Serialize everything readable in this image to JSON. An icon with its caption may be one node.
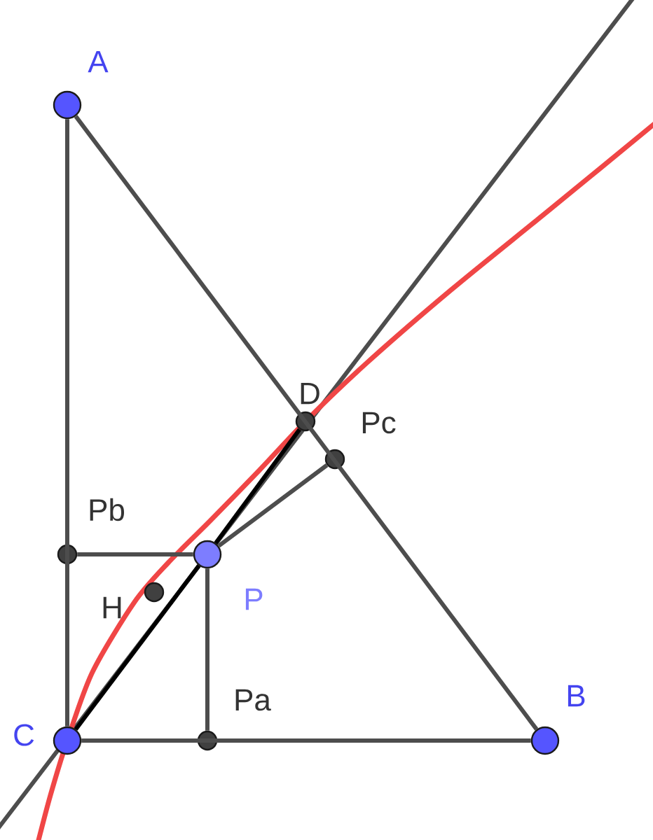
{
  "diagram": {
    "nodes": [
      {
        "text": [
          "A"
        ]
      },
      {
        "text": [
          "B"
        ]
      },
      {
        "text": [
          "C"
        ]
      },
      {
        "text": [
          "D"
        ]
      },
      {
        "text": [
          "Pc"
        ]
      },
      {
        "text": [
          "Pb"
        ]
      },
      {
        "text": [
          "P"
        ]
      },
      {
        "text": [
          "H"
        ]
      },
      {
        "text": [
          "Pa"
        ]
      }
    ],
    "edges": [
      {
        "from": 0,
        "to": 2,
        "arrow": "none"
      },
      {
        "from": 0,
        "to": 1,
        "arrow": "none"
      },
      {
        "from": 2,
        "to": 1,
        "arrow": "none"
      },
      {
        "from": 5,
        "to": 6,
        "arrow": "none"
      },
      {
        "from": 6,
        "to": 8,
        "arrow": "none"
      },
      {
        "from": 6,
        "to": 4,
        "arrow": "none"
      },
      {
        "from": 2,
        "to": 6,
        "arrow": "none",
        "color": "#000000"
      },
      {
        "from": 6,
        "to": 3,
        "arrow": "none",
        "color": "#000000"
      }
    ]
  }
}
